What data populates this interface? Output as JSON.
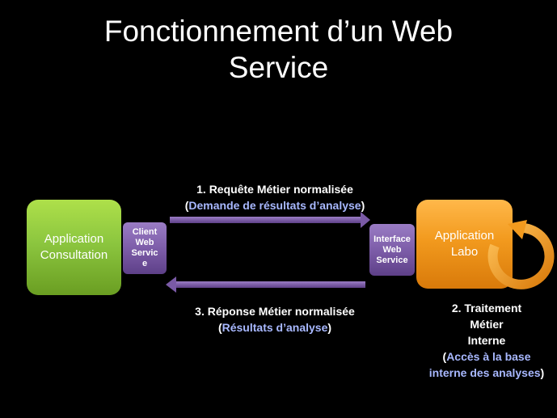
{
  "title": {
    "line1": "Fonctionnement d’un Web",
    "line2": "Service"
  },
  "nodes": {
    "consultation": "Application Consultation",
    "client": "Client Web Service",
    "interface": "Interface Web Service",
    "labo": "Application Labo"
  },
  "request": {
    "label": "1. Requête Métier normalisée",
    "detail_open": "(",
    "detail": "Demande de résultats d’analyse",
    "detail_close": ")"
  },
  "response": {
    "label": "3. Réponse Métier normalisée",
    "detail_open": "(",
    "detail": "Résultats d’analyse",
    "detail_close": ")"
  },
  "processing": {
    "line1": "2. Traitement",
    "line2": "Métier",
    "line3": "Interne",
    "detail_open": "(",
    "detail": "Accès à la base interne des analyses",
    "detail_close": ")"
  },
  "colors": {
    "background": "#000000",
    "consultation": "#8cc63f",
    "webservice": "#7a5aa6",
    "labo": "#f29a1e",
    "arrow": "#7a5aa6",
    "highlight_text": "#a8b8ff"
  }
}
